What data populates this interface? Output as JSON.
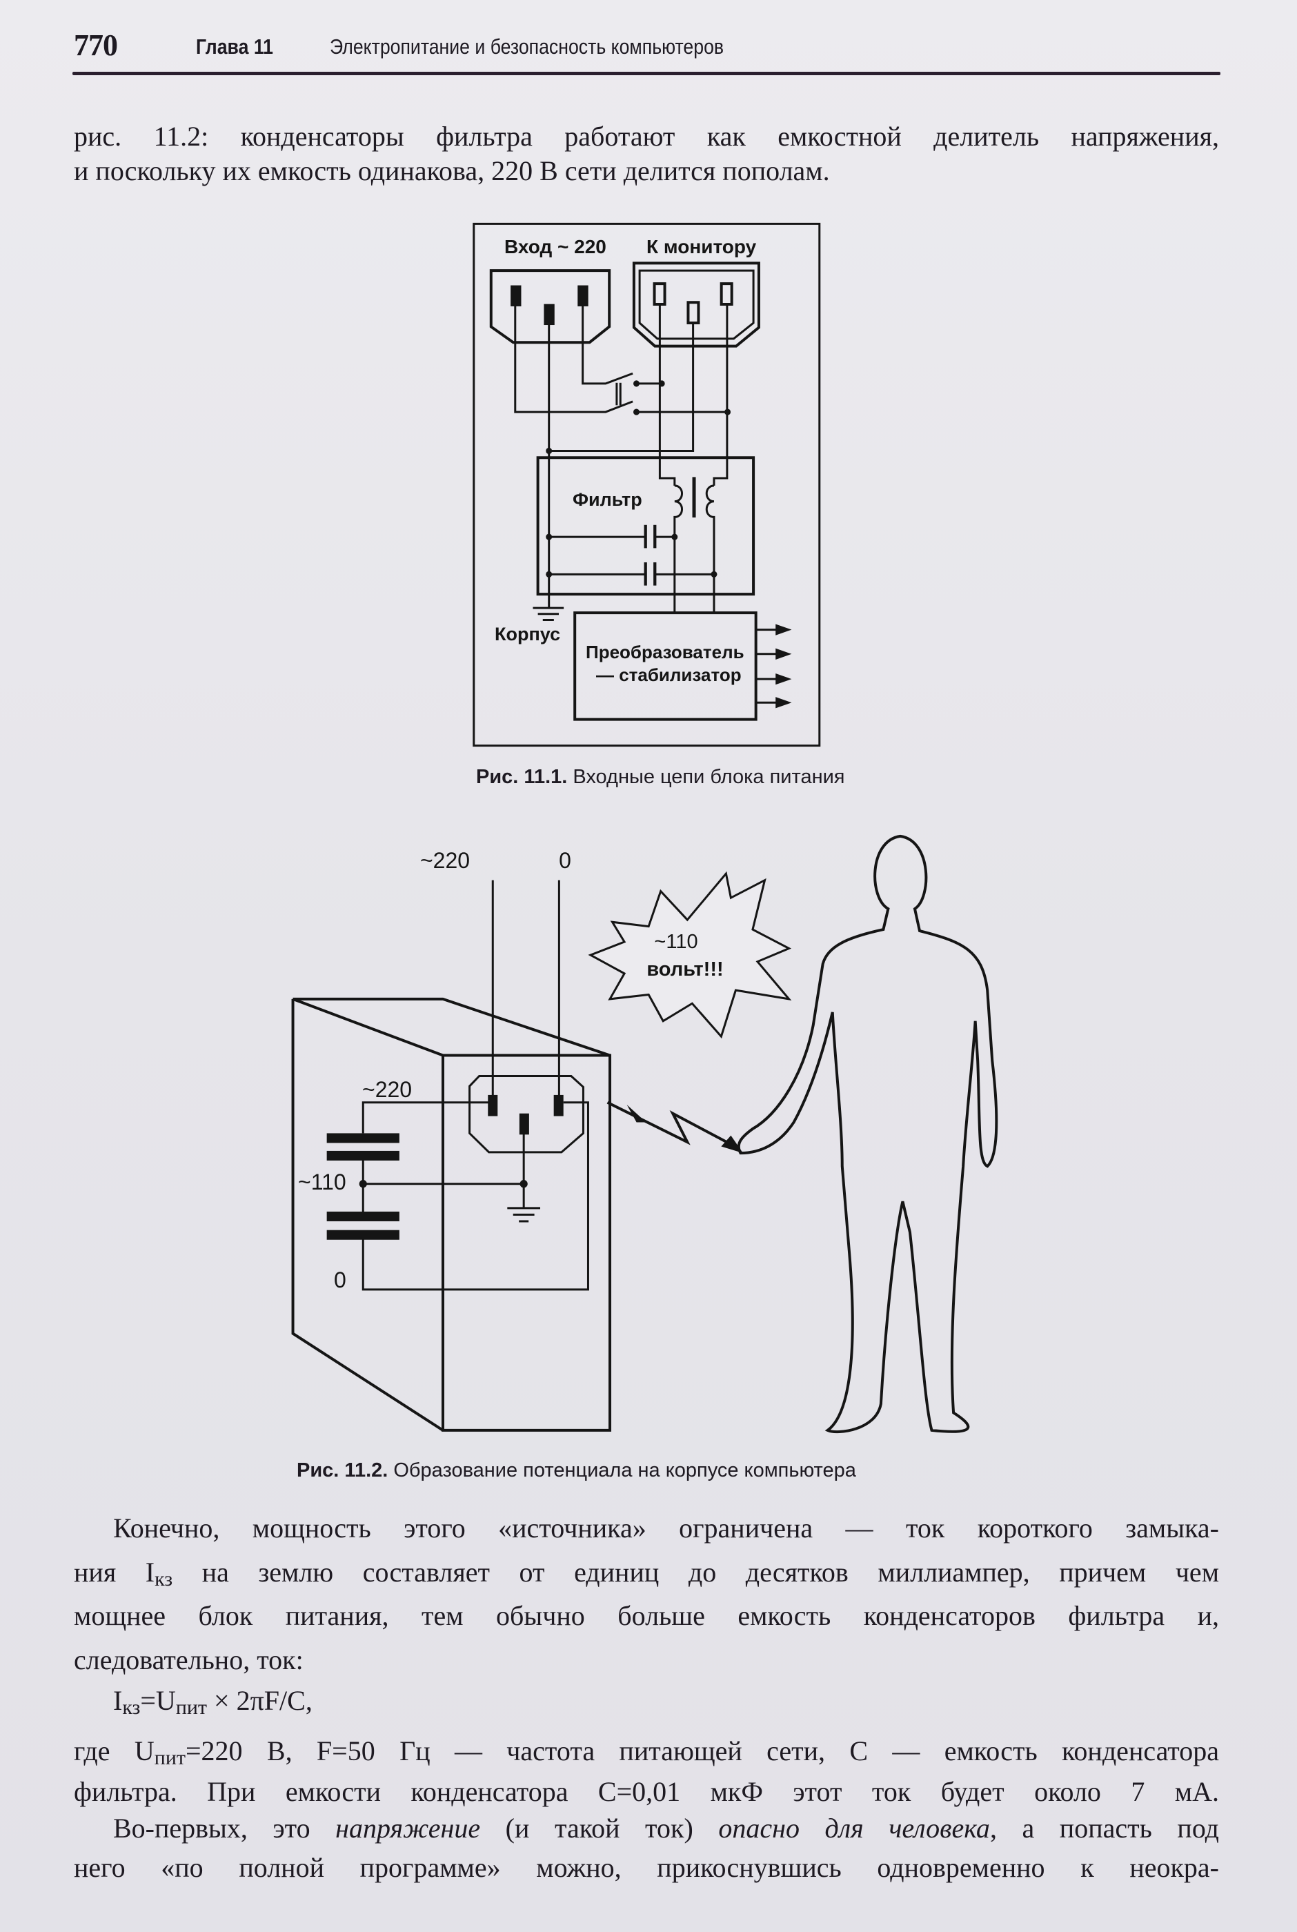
{
  "header": {
    "page_number": "770",
    "chapter": "Глава 11",
    "chapter_title": "Электропитание и безопасность компьютеров"
  },
  "intro": {
    "line1": "рис. 11.2: конденсаторы фильтра работают как емкостной делитель напряжения,",
    "line2": "и поскольку их емкость одинакова, 220 В сети делится пополам."
  },
  "figure1": {
    "label_input": "Вход ~ 220",
    "label_monitor": "К монитору",
    "label_filter": "Фильтр",
    "label_case": "Корпус",
    "label_converter_1": "Преобразователь",
    "label_converter_2": "— стабилизатор",
    "caption_number": "Рис. 11.1.",
    "caption_text": " Входные цепи блока питания"
  },
  "figure2": {
    "label_top_220": "~220",
    "label_top_0": "0",
    "burst_line1": "~110",
    "burst_line2": "вольт!!!",
    "label_left_220": "~220",
    "label_left_110": "~110",
    "label_left_0": "0",
    "caption_number": "Рис. 11.2.",
    "caption_text": " Образование потенциала на корпусе компьютера"
  },
  "body": {
    "l1": "Конечно, мощность этого «источника» ограничена — ток короткого замыка-",
    "l2_a": "ния I",
    "l2_sub": "кз",
    "l2_b": " на землю составляет от единиц до десятков миллиампер, причем чем",
    "l3": "мощнее блок питания, тем обычно больше емкость конденсаторов фильтра и,",
    "l4": "следовательно, ток:",
    "f_a": "I",
    "f_sub1": "кз",
    "f_b": "=U",
    "f_sub2": "пит",
    "f_c": " × 2πF/C,",
    "l6_a": "где U",
    "l6_sub": "пит",
    "l6_b": "=220 В, F=50 Гц — частота питающей сети, С — емкость конденсатора",
    "l7": "фильтра. При емкости конденсатора С=0,01 мкФ этот ток будет около 7 мА.",
    "l8_a": "Во-первых, это ",
    "l8_i1": "напряжение",
    "l8_b": " (и такой ток) ",
    "l8_i2": "опасно для человека",
    "l8_c": ", а попасть под",
    "l9": "него «по полной программе» можно, прикоснувшись одновременно к неокра-"
  }
}
